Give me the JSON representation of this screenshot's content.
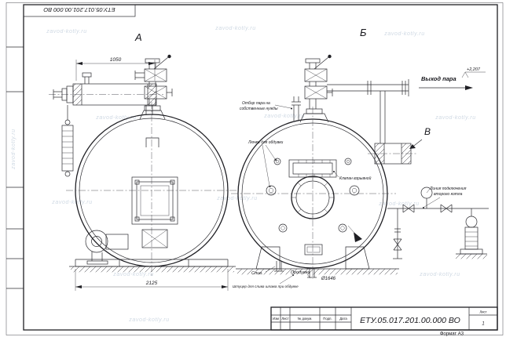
{
  "frame": {
    "doc_number_top": "ЕТУ.05.017.201.00.000  ВО",
    "format_label": "Формат А3"
  },
  "watermark": {
    "text": "zavod-kotly.ru"
  },
  "views": {
    "a": {
      "label": "А"
    },
    "b": {
      "label": "Б"
    },
    "v": {
      "label": "В"
    }
  },
  "dimensions": {
    "d1050": "1050",
    "d2125": "2125",
    "d1646": "Ø1646",
    "elevation": "+2,207"
  },
  "annotations": {
    "steam_tap_l1": "Отбор пара на",
    "steam_tap_l2": "собственные нужды",
    "blow_hatches": "Лючки для обдувки",
    "explosion_valve": "Клапан взрывной",
    "second_boiler_l1": "Линия подключения",
    "second_boiler_l2": "второго котла",
    "steam_out": "Выход пара",
    "drain": "Слив.",
    "blowdown": "Продувка",
    "sludge": "Штуцер для слива шлама при обдувке"
  },
  "title_block": {
    "col_izm": "Изм",
    "col_list": "Лист",
    "col_doc": "№ докум.",
    "col_sign": "Подп.",
    "col_date": "Дата",
    "doc_number": "ЕТУ.05.017.201.00.000  ВО",
    "sheet_label": "Лист",
    "sheet_value": "1"
  }
}
